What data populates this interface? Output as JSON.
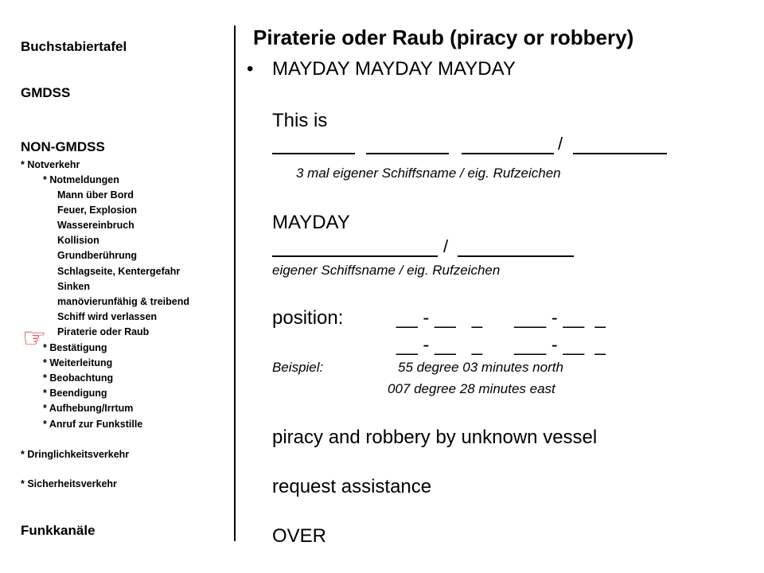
{
  "sidebar": {
    "items": [
      {
        "label": "Buchstabiertafel"
      },
      {
        "label": "GMDSS"
      },
      {
        "label": "NON-GMDSS"
      },
      {
        "label": "* Notverkehr"
      },
      {
        "label": "* Notmeldungen"
      },
      {
        "label": "Mann über Bord"
      },
      {
        "label": "Feuer, Explosion"
      },
      {
        "label": "Wassereinbruch"
      },
      {
        "label": "Kollision"
      },
      {
        "label": "Grundberührung"
      },
      {
        "label": "Schlagseite, Kentergefahr"
      },
      {
        "label": "Sinken"
      },
      {
        "label": "manövierunfähig & treibend"
      },
      {
        "label": "Schiff wird verlassen"
      },
      {
        "label": "Piraterie oder Raub"
      },
      {
        "label": "* Bestätigung"
      },
      {
        "label": "* Weiterleitung"
      },
      {
        "label": "* Beobachtung"
      },
      {
        "label": "* Beendigung"
      },
      {
        "label": "* Aufhebung/Irrtum"
      },
      {
        "label": "* Anruf zur Funkstille"
      },
      {
        "label": "* Dringlichkeitsverkehr"
      },
      {
        "label": "* Sicherheitsverkehr"
      },
      {
        "label": "Funkkanäle"
      }
    ],
    "current_marker": "pointing-hand-icon",
    "marker_color": "#d42a20"
  },
  "main": {
    "title": "Piraterie oder Raub (piracy or robbery)",
    "bullet": "•",
    "mayday3": "MAYDAY MAYDAY MAYDAY",
    "this_is": "This is",
    "slash": "/",
    "caption1": "3   mal   eigener  Schiffsname         / eig. Rufzeichen",
    "mayday": "MAYDAY",
    "caption2": "eigener  Schiffsname  / eig. Rufzeichen",
    "position_label": "position:",
    "pos_row1": "__ - __   _      ___ - __  _",
    "pos_row2": "__ - __   _      ___ - __  _",
    "example_label": "Beispiel:",
    "example_line1": "55 degree 03 minutes north",
    "example_line2": "007 degree 28 minutes east",
    "nature": "piracy and robbery by unknown vessel",
    "request": "request assistance",
    "over": "OVER"
  }
}
